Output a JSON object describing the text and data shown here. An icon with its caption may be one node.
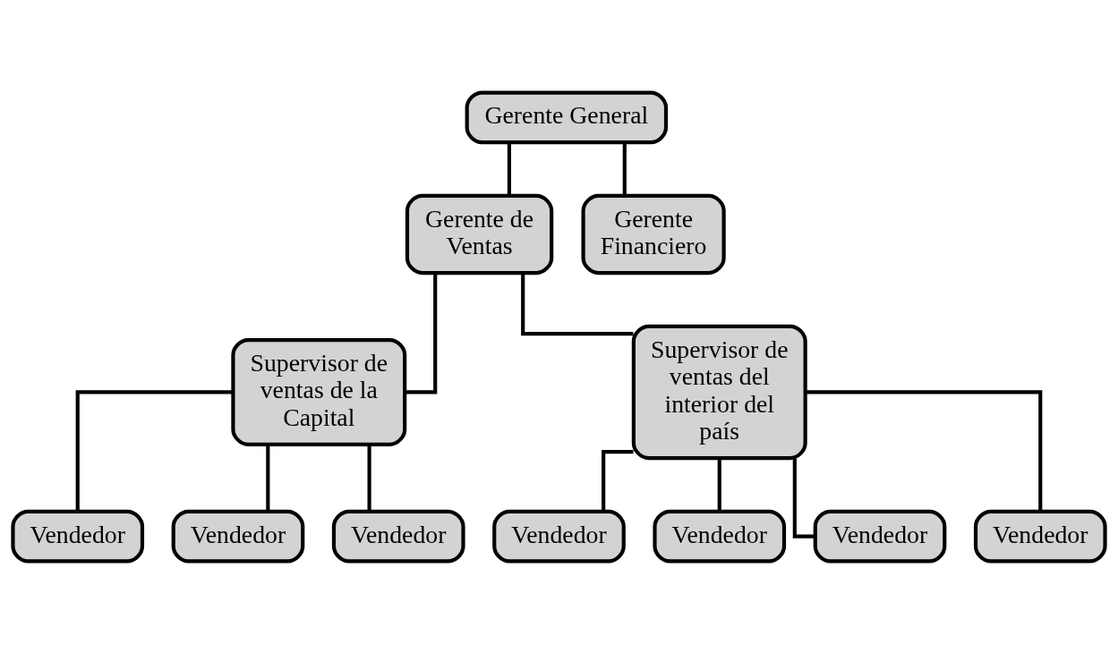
{
  "diagram": {
    "nodes": [
      {
        "text": [
          "Gerente General"
        ]
      },
      {
        "text": [
          "Gerente de Ventas"
        ]
      },
      {
        "text": [
          "Gerente Financiero"
        ]
      },
      {
        "text": [
          "Supervisor de ventas de la Capital"
        ]
      },
      {
        "text": [
          "Supervisor de ventas del interior del país"
        ]
      },
      {
        "text": [
          "Vendedor"
        ]
      },
      {
        "text": [
          "Vendedor"
        ]
      },
      {
        "text": [
          "Vendedor"
        ]
      },
      {
        "text": [
          "Vendedor"
        ]
      },
      {
        "text": [
          "Vendedor"
        ]
      },
      {
        "text": [
          "Vendedor"
        ]
      },
      {
        "text": [
          "Vendedor"
        ]
      }
    ],
    "edges": [
      {
        "from": 0,
        "to": 1,
        "arrow": "none"
      },
      {
        "from": 0,
        "to": 2,
        "arrow": "none"
      },
      {
        "from": 1,
        "to": 3,
        "arrow": "none"
      },
      {
        "from": 1,
        "to": 4,
        "arrow": "none"
      },
      {
        "from": 3,
        "to": 5,
        "arrow": "none"
      },
      {
        "from": 3,
        "to": 6,
        "arrow": "none"
      },
      {
        "from": 3,
        "to": 7,
        "arrow": "none"
      },
      {
        "from": 4,
        "to": 8,
        "arrow": "none"
      },
      {
        "from": 4,
        "to": 9,
        "arrow": "none"
      },
      {
        "from": 4,
        "to": 10,
        "arrow": "none"
      },
      {
        "from": 4,
        "to": 11,
        "arrow": "none"
      }
    ]
  }
}
